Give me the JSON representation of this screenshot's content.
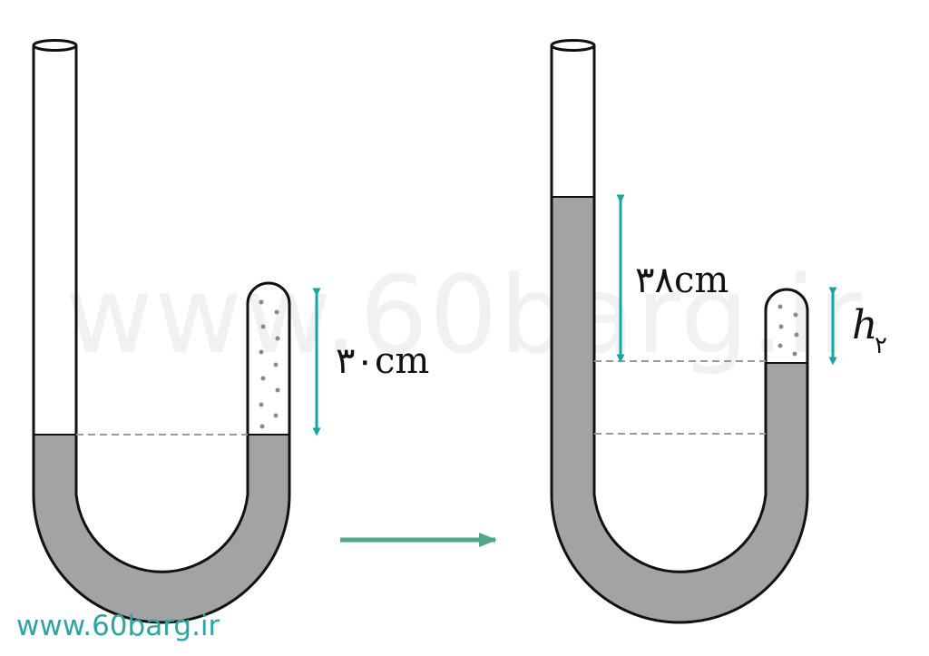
{
  "watermark": {
    "text": "www.60barg.ir"
  },
  "labels": {
    "left_height": "۳۰cm",
    "right_height": "۳۸cm",
    "right_gas_symbol": "h",
    "right_gas_subscript": "۲"
  },
  "footer": {
    "site": "www.60barg.ir"
  },
  "colors": {
    "mercury": "#a3a3a3",
    "tube_outline": "#111111",
    "dimension_arrow": "#14a5a6",
    "process_arrow": "#4fa787",
    "dashed_line": "#9a9a9a",
    "gas_dots": "#8a8a8a",
    "site_text": "#2aa6a4"
  },
  "icons": {
    "process_arrow": "right-arrow-icon",
    "dimension_arrow": "double-arrow-icon"
  }
}
